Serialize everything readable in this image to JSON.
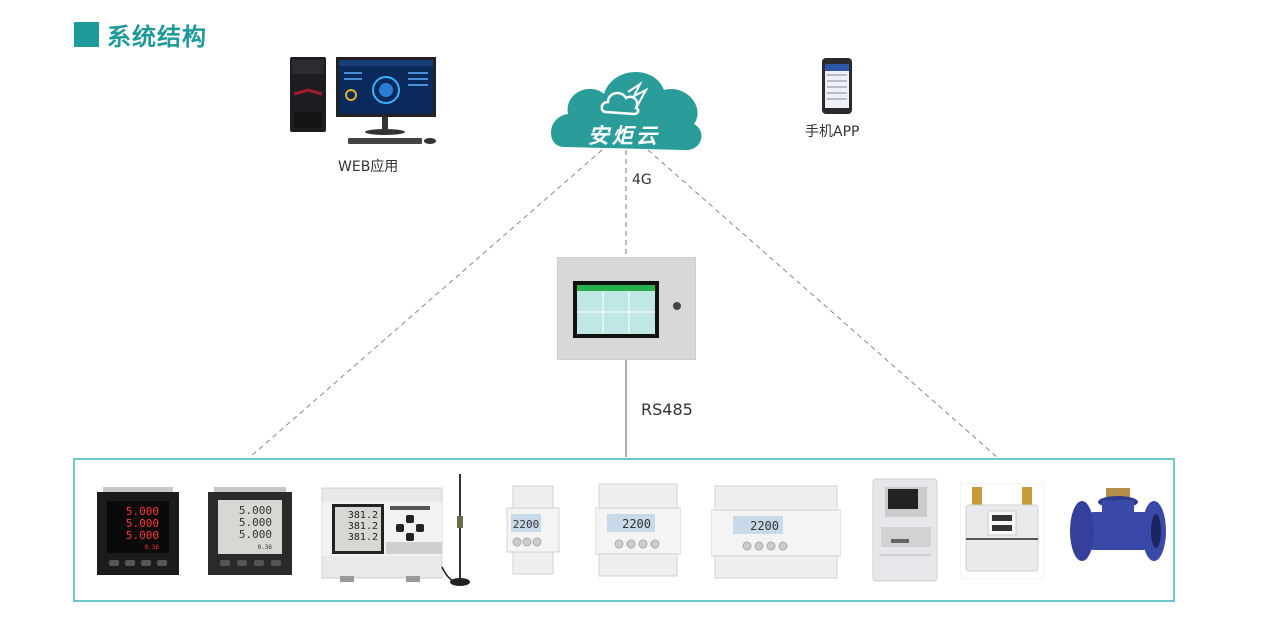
{
  "title": "系统结构",
  "colors": {
    "accent": "#1f9a9a",
    "cloud": "#2a9d9a",
    "box_border": "#6fc7c9",
    "line": "#888888"
  },
  "nodes": {
    "web": {
      "label": "WEB应用",
      "icon": "desktop-computer-icon"
    },
    "cloud": {
      "label": "安炬云",
      "icon": "cloud-icon"
    },
    "app": {
      "label": "手机APP",
      "icon": "smartphone-icon"
    },
    "gateway": {
      "label": "",
      "icon": "touchscreen-gateway-icon"
    }
  },
  "links": {
    "cloud_to_gateway": "4G",
    "gateway_to_devices": "RS485"
  },
  "devices": [
    {
      "name": "red-led-panel-meter",
      "readings": [
        "5.000",
        "5.000",
        "5.000",
        "0.36"
      ]
    },
    {
      "name": "lcd-panel-meter",
      "readings": [
        "5.000",
        "5.000",
        "5.000",
        "0.36"
      ]
    },
    {
      "name": "wireless-din-meter",
      "readings": [
        "381.2",
        "381.2",
        "381.2"
      ]
    },
    {
      "name": "single-phase-din-meter",
      "readings": [
        "2200"
      ]
    },
    {
      "name": "three-phase-din-meter-small",
      "readings": [
        "2200"
      ]
    },
    {
      "name": "three-phase-din-meter-large",
      "readings": [
        "2200"
      ]
    },
    {
      "name": "smart-energy-meter",
      "readings": []
    },
    {
      "name": "gas-meter",
      "readings": []
    },
    {
      "name": "water-meter",
      "readings": []
    }
  ]
}
